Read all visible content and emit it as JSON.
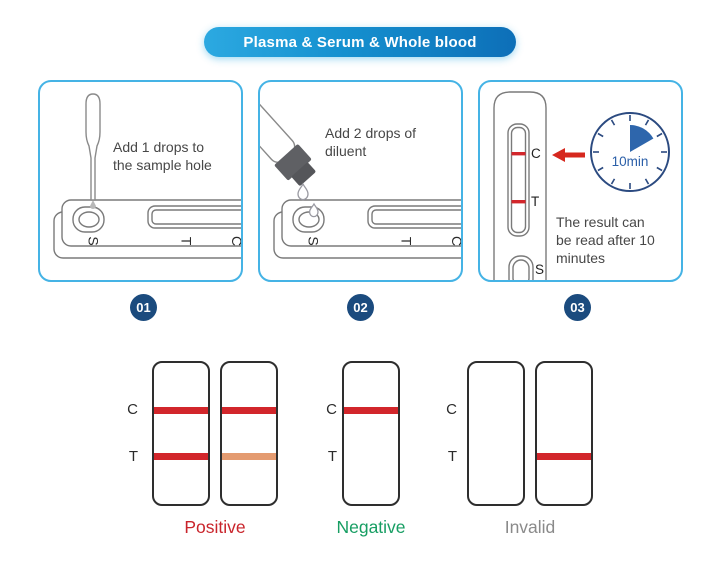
{
  "banner": {
    "label": "Plasma & Serum & Whole blood"
  },
  "steps": [
    {
      "number": "01",
      "instruction": "Add 1 drops to\nthe sample hole"
    },
    {
      "number": "02",
      "instruction": "Add 2 drops of\ndiluent"
    },
    {
      "number": "03",
      "timer_label": "10min",
      "note": "The result can\nbe read after 10\nminutes"
    }
  ],
  "cassette": {
    "sample_label": "S",
    "test_label": "T",
    "control_label": "C"
  },
  "results": {
    "row_labels": {
      "control": "C",
      "test": "T"
    },
    "groups": [
      {
        "label": "Positive",
        "label_color": "#C9242B",
        "strips": [
          {
            "control_line": "strong",
            "test_line": "strong"
          },
          {
            "control_line": "strong",
            "test_line": "faint"
          }
        ]
      },
      {
        "label": "Negative",
        "label_color": "#179E63",
        "strips": [
          {
            "control_line": "strong",
            "test_line": "none"
          }
        ]
      },
      {
        "label": "Invalid",
        "label_color": "#8A8A8A",
        "strips": [
          {
            "control_line": "none",
            "test_line": "none"
          },
          {
            "control_line": "none",
            "test_line": "strong"
          }
        ]
      }
    ]
  },
  "colors": {
    "banner_gradient_start": "#2CA9E1",
    "banner_gradient_end": "#0D6FB8",
    "panel_border": "#45B3E5",
    "badge_background": "#1B4B7E",
    "line_strong": "#D2262B",
    "line_faint": "#E49B70",
    "timer_blue": "#2B4A80",
    "arrow_red": "#D6281E"
  }
}
